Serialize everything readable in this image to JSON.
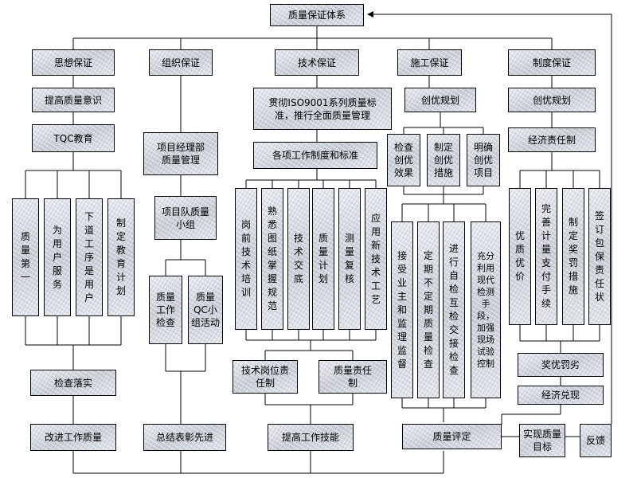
{
  "title": "质量保证体系",
  "level1": {
    "sixiang": "思想保证",
    "zuzhi": "组织保证",
    "jishu": "技术保证",
    "shigong": "施工保证",
    "zhidu": "制度保证"
  },
  "sixiang": {
    "yishi": "提高质量意识",
    "tqc": "TQC教育",
    "items": [
      "质量第一",
      "为用户服务",
      "下道工序是用户",
      "制定教育计划"
    ],
    "check": "检查落实",
    "improve": "改进工作质量"
  },
  "zuzhi": {
    "xiangmubu": "项目经理部质量管理",
    "xiangmudui": "项目队质量小组",
    "work_check": "质量工作检查",
    "qc": "质量QC小组活动",
    "summary": "总结表彰先进"
  },
  "jishu": {
    "iso": "贯彻ISO9001系列质量标准，推行全面质量管理",
    "system": "各项工作制度和标准",
    "items": [
      "岗前技术培训",
      "熟悉图纸掌握规范",
      "技术交底",
      "质量计划",
      "测量复核",
      "应用新技术工艺"
    ],
    "post_duty": "技术岗位责任制",
    "quality_duty": "质量责任制",
    "skill": "提高工作技能"
  },
  "shigong": {
    "plan": "创优规划",
    "items": [
      "检查创优效果",
      "制定创优措施",
      "明确创优项目"
    ],
    "checks": [
      "接受业主和监理监督",
      "定期不定期质量检查",
      "进行自检互检交接检查",
      "充分利用现代检测手段，加强现场试验控制"
    ],
    "evaluate": "质量评定",
    "target": "实现质量目标",
    "feedback": "反馈"
  },
  "zhidu": {
    "plan": "创优规划",
    "econ_duty": "经济责任制",
    "items": [
      "优质优价",
      "完善计量支付手续",
      "制定奖罚措施",
      "签订包保责任状"
    ],
    "reward": "奖优罚劣",
    "econ_honor": "经济兑现"
  }
}
